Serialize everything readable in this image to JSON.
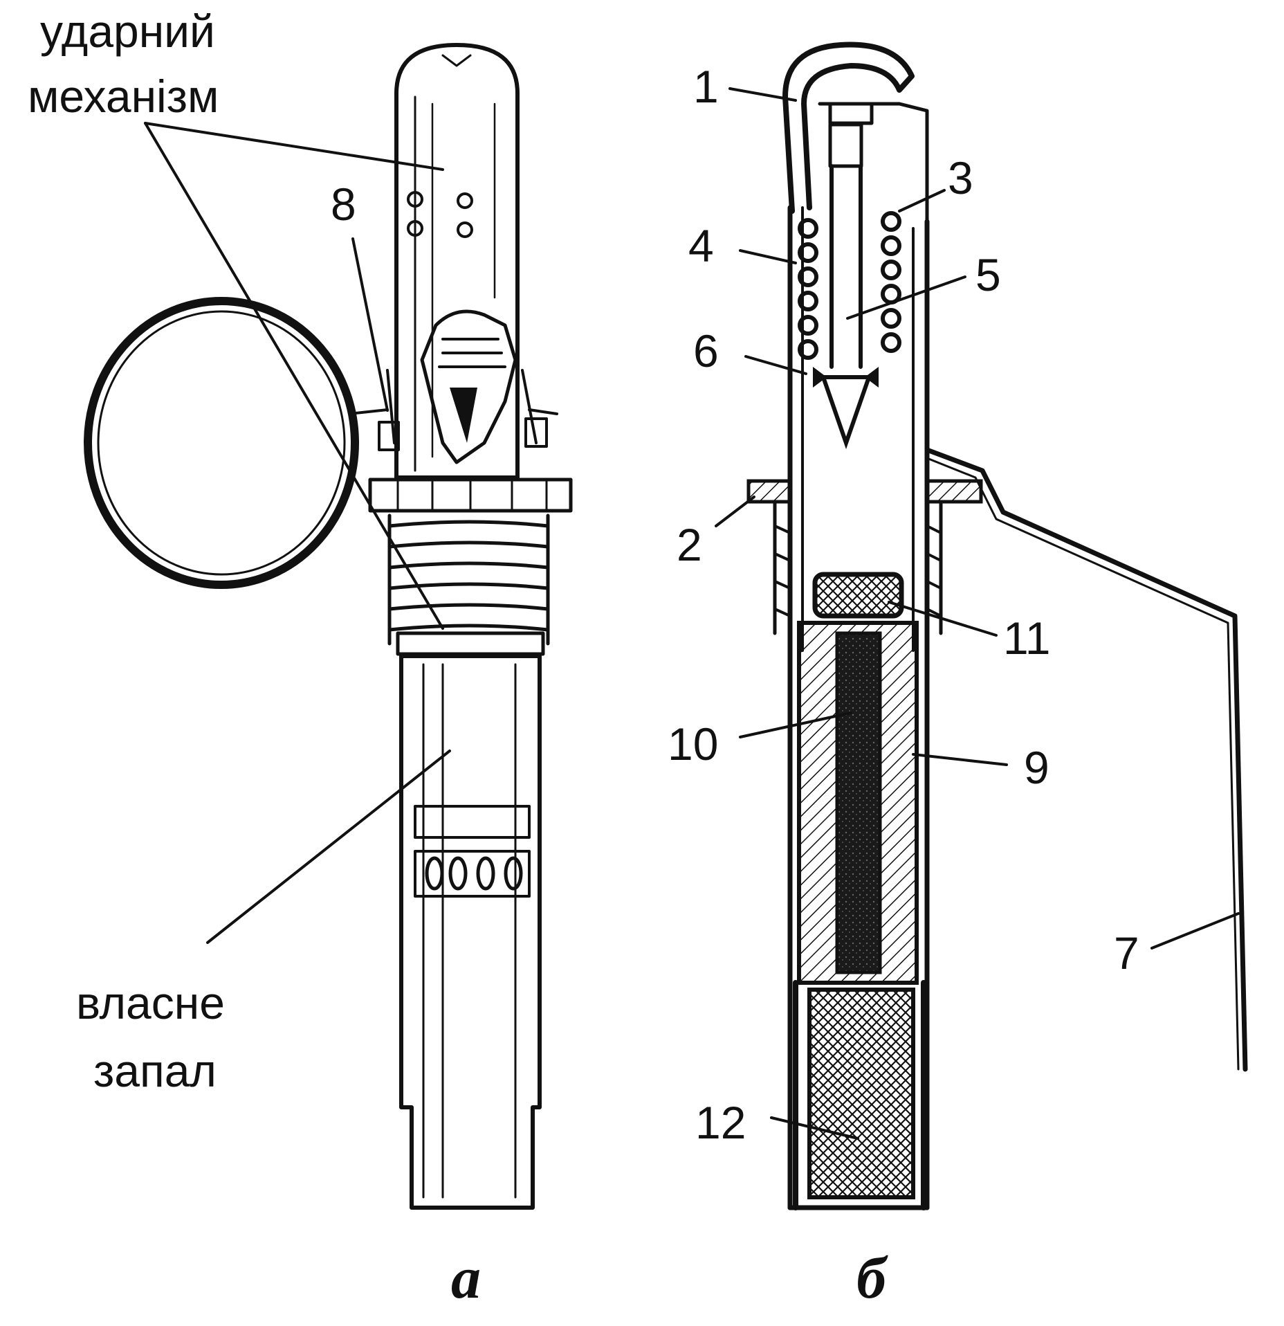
{
  "labels": {
    "striker_mechanism_line1": "ударний",
    "striker_mechanism_line2": "механізм",
    "fuze_line1": "власне",
    "fuze_line2": "запал",
    "view_a": "а",
    "view_b": "б"
  },
  "parts": [
    "1",
    "2",
    "3",
    "4",
    "5",
    "6",
    "7",
    "8",
    "9",
    "10",
    "11",
    "12"
  ],
  "colors": {
    "ink": "#111111",
    "paper": "#ffffff"
  }
}
